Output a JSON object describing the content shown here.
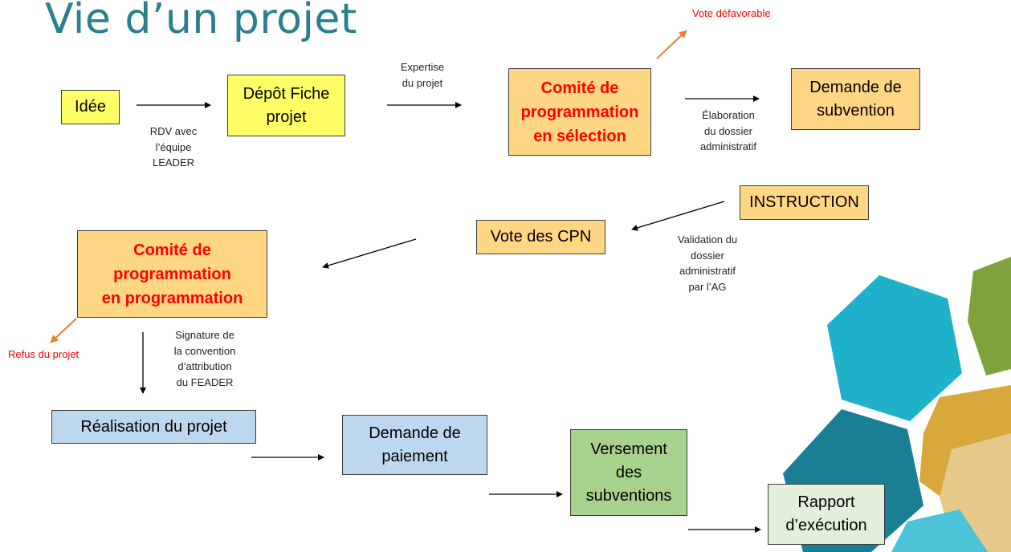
{
  "title": "Vie d’un projet",
  "nodes": {
    "idee": "Idée",
    "depot": "Dépôt Fiche\nprojet",
    "comite_selection": "Comité de\nprogrammation\nen sélection",
    "demande_subvention": "Demande de\nsubvention",
    "instruction": "INSTRUCTION",
    "vote_cpn": "Vote des CPN",
    "comite_programmation": "Comité de\nprogrammation\nen programmation",
    "realisation": "Réalisation du projet",
    "demande_paiement": "Demande de\npaiement",
    "versement": "Versement\ndes\nsubventions",
    "rapport": "Rapport\nd’exécution"
  },
  "labels": {
    "rdv": "RDV avec\nl’équipe\nLEADER",
    "expertise": "Expertise\ndu projet",
    "elaboration": "Élaboration\ndu dossier\nadministratif",
    "validation": "Validation du\ndossier\nadministratif\npar l’AG",
    "signature": "Signature de\nla convention\nd’attribution\ndu FEADER",
    "vote_defavorable": "Vote défavorable",
    "refus": "Refus du projet"
  },
  "colors": {
    "title": "#2a7f8f",
    "yellow": "#ffff66",
    "orange": "#ffd684",
    "blue": "#bdd7ee",
    "green": "#a9d18e",
    "light_green": "#e2efda",
    "red": "#ff0000",
    "orange_arrow": "#ed7d31"
  }
}
